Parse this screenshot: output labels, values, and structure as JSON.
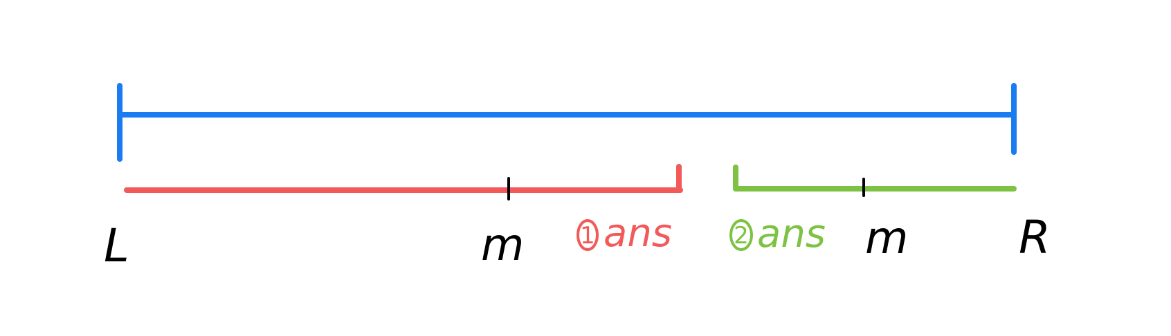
{
  "colors": {
    "background": "#ffffff",
    "full_range": "#1a7cf0",
    "left_half": "#f25a5a",
    "right_half": "#7dc242",
    "ink": "#000000"
  },
  "labels": {
    "left_end": "L",
    "right_end": "R",
    "left_mid": "m",
    "right_mid": "m"
  },
  "answers": {
    "first": {
      "index": "1",
      "text": "ans"
    },
    "second": {
      "index": "2",
      "text": "ans"
    }
  }
}
